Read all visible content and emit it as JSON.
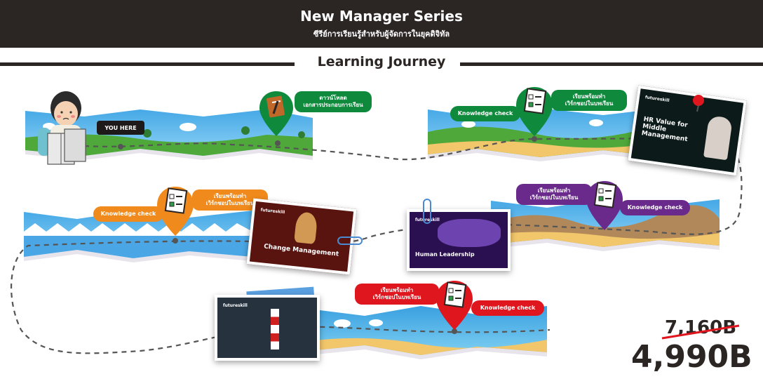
{
  "header": {
    "title": "New Manager Series",
    "subtitle": "ซีรีย์การเรียนรู้สำหรับผู้จัดการในยุคดิจิทัล"
  },
  "journey": {
    "title": "Learning Journey"
  },
  "you_here": "YOU HERE",
  "download": {
    "label": "ดาวน์โหลด\nเอกสารประกอบการเรียน"
  },
  "stops": {
    "s1": {
      "knowledge": "Knowledge check",
      "quiz": "เรียนพร้อมทำ\nเวิร์กชอปในบทเรียน",
      "color": "#0f8a3c"
    },
    "s2": {
      "knowledge": "Knowledge check",
      "quiz": "เรียนพร้อมทำ\nเวิร์กชอปในบทเรียน",
      "color": "#f08a1c"
    },
    "s3": {
      "knowledge": "Knowledge check",
      "quiz": "เรียนพร้อมทำ\nเวิร์กชอปในบทเรียน",
      "color": "#6a2a8c"
    },
    "s4": {
      "knowledge": "Knowledge check",
      "quiz": "เรียนพร้อมทำ\nเวิร์กชอปในบทเรียน",
      "color": "#e0161e"
    }
  },
  "slides": {
    "hr": {
      "title": "HR Value for Middle Management"
    },
    "change": {
      "title": "Change Management"
    },
    "human": {
      "title": "Human Leadership"
    },
    "lighthouse": {
      "title": ""
    }
  },
  "prices": {
    "original": "7,160B",
    "current": "4,990B"
  }
}
